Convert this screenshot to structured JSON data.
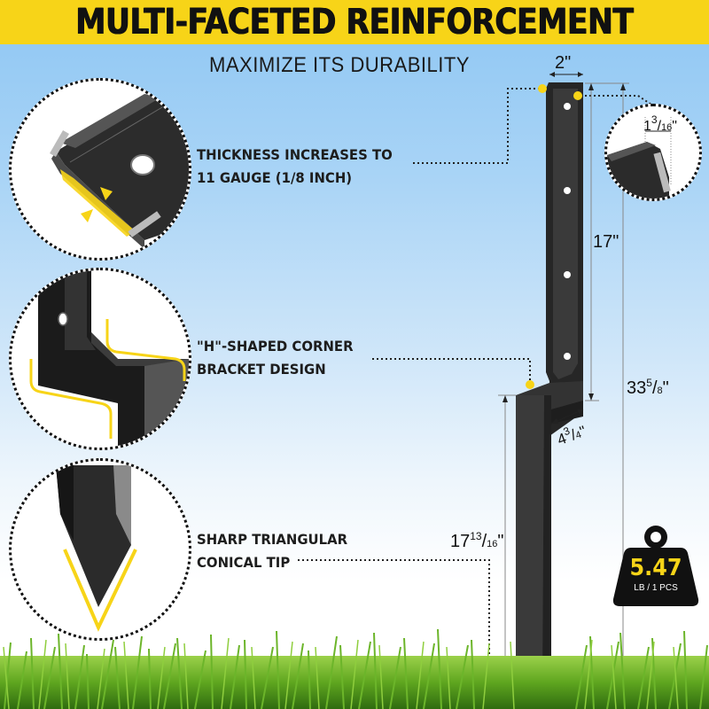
{
  "banner": {
    "title": "MULTI-FACETED REINFORCEMENT",
    "background_color": "#f7d418",
    "text_color": "#111111"
  },
  "subtitle": "MAXIMIZE ITS DURABILITY",
  "features": [
    {
      "line1": "THICKNESS INCREASES TO",
      "line2": "11 GAUGE (1/8 INCH)",
      "icon": "thickness-detail-circle"
    },
    {
      "line1": "\"H\"-SHAPED CORNER",
      "line2": "BRACKET DESIGN",
      "icon": "bracket-detail-circle"
    },
    {
      "line1": "SHARP TRIANGULAR",
      "line2": "CONICAL TIP",
      "icon": "tip-detail-circle"
    }
  ],
  "dimensions": {
    "top_width": {
      "whole": "2",
      "unit": "\""
    },
    "flange_width": {
      "whole": "1",
      "num": "3",
      "den": "16",
      "unit": "\""
    },
    "upper_length": {
      "whole": "17",
      "unit": "\""
    },
    "total_length": {
      "whole": "33",
      "num": "5",
      "den": "8",
      "unit": "\""
    },
    "bracket_depth": {
      "whole": "4",
      "num": "3",
      "den": "4",
      "unit": "\""
    },
    "spike_length": {
      "whole": "17",
      "num": "13",
      "den": "16",
      "unit": "\""
    }
  },
  "weight": {
    "value": "5.47",
    "unit": "LB / 1 PCS",
    "value_color": "#f7d418"
  },
  "colors": {
    "accent": "#f7d418",
    "stake": "#2b2b2b",
    "sky_top": "#8ec6f3",
    "grass": "#5fa61f"
  }
}
